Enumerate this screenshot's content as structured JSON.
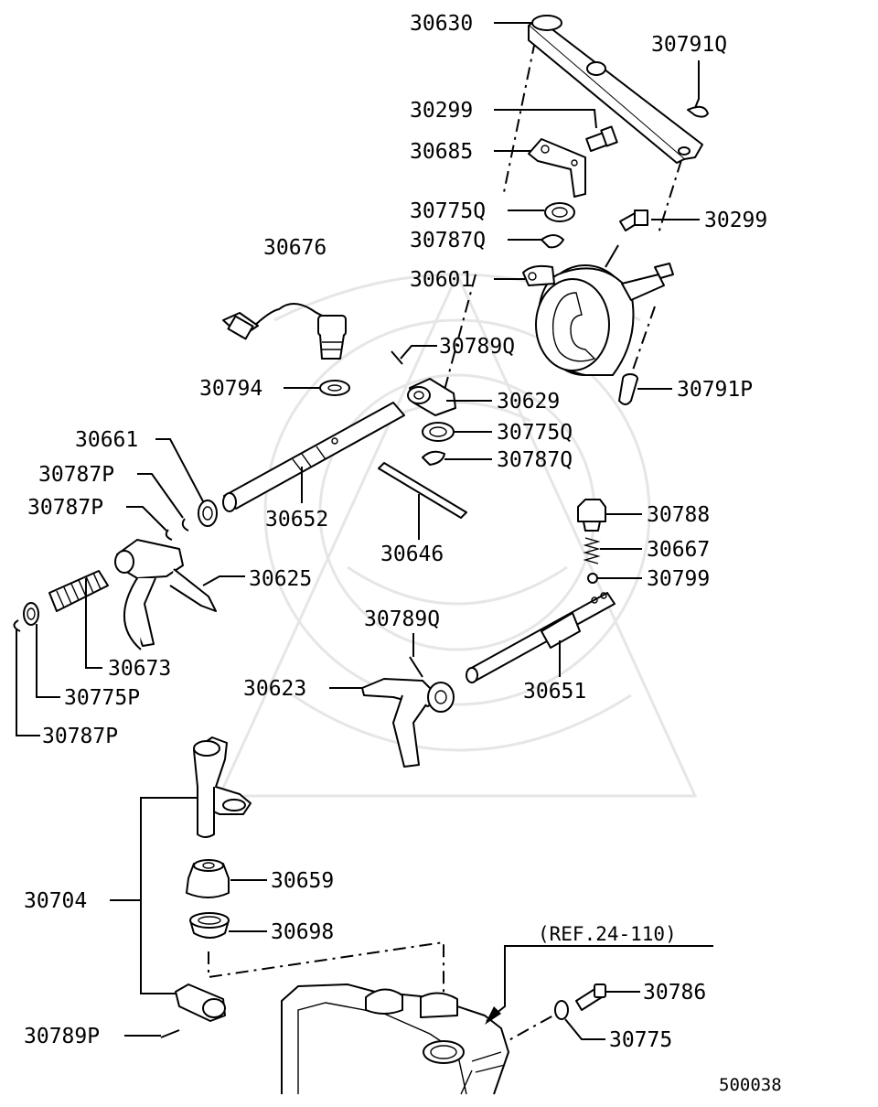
{
  "labels": {
    "l30630": "30630",
    "l30791Q": "30791Q",
    "l30299a": "30299",
    "l30685": "30685",
    "l30775Qa": "30775Q",
    "l30299b": "30299",
    "l30787Qa": "30787Q",
    "l30676": "30676",
    "l30601": "30601",
    "l30789Qa": "30789Q",
    "l30794": "30794",
    "l30791P": "30791P",
    "l30629": "30629",
    "l30775Qb": "30775Q",
    "l30661": "30661",
    "l30787Qb": "30787Q",
    "l30787Pa": "30787P",
    "l30787Pb": "30787P",
    "l30652": "30652",
    "l30646": "30646",
    "l30788": "30788",
    "l30667": "30667",
    "l30625": "30625",
    "l30799": "30799",
    "l30789Qb": "30789Q",
    "l30673": "30673",
    "l30623": "30623",
    "l30651": "30651",
    "l30775P": "30775P",
    "l30787Pc": "30787P",
    "l30659": "30659",
    "l30704": "30704",
    "l30698": "30698",
    "l30786": "30786",
    "l30789P": "30789P",
    "l30775": "30775"
  },
  "reference": "(REF.24-110)",
  "diagram_code": "500038"
}
